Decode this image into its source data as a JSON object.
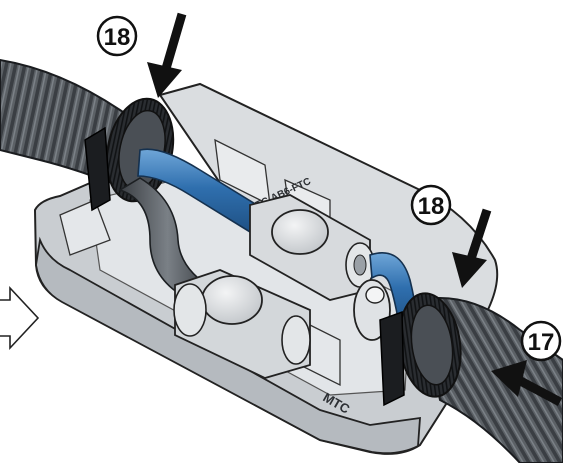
{
  "callouts": [
    {
      "id": "top-left",
      "label": "18"
    },
    {
      "id": "right",
      "label": "18"
    },
    {
      "id": "bottom-right",
      "label": "17"
    }
  ],
  "housing_text": {
    "side": "MTC-AB6-FTC",
    "front": "MTC"
  },
  "colors": {
    "hose": "#555a5f",
    "hose_dark": "#2f3338",
    "housing": "#cfd3d7",
    "housing_dark": "#9aa0a6",
    "blue_tube": "#2f6fae",
    "fitting": "#dfe2e5",
    "clamp": "#1c1e21",
    "arrow": "#111111"
  }
}
